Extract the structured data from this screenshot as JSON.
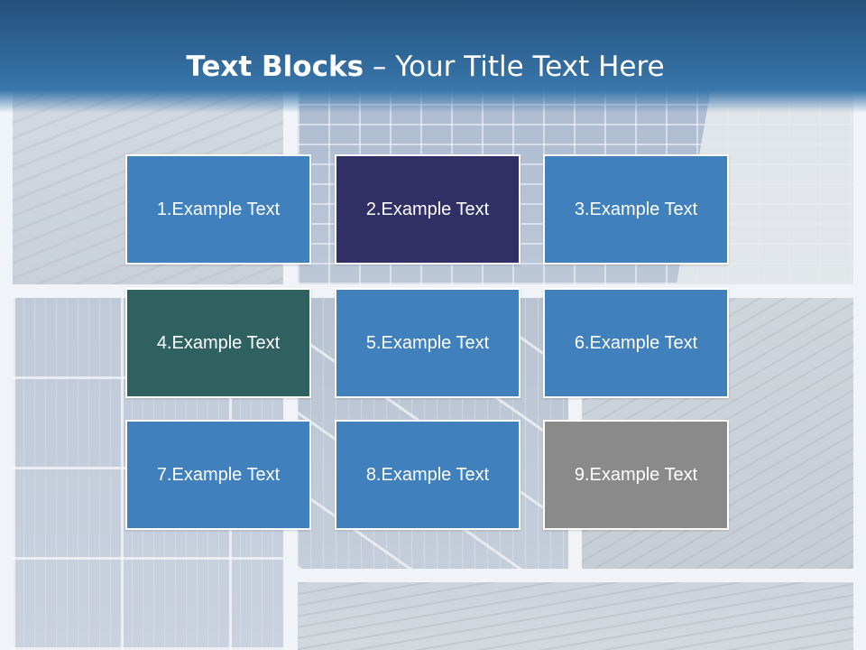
{
  "title": {
    "bold": "Text Blocks",
    "rest": " – Your Title Text Here"
  },
  "colors": {
    "header": "#2e6596",
    "block_default": "#3f80bd",
    "block_2": "#322f66",
    "block_4": "#2f6160",
    "block_9": "#8a8a8a"
  },
  "blocks": [
    {
      "label": "1.Example Text",
      "color": "#3f80bd"
    },
    {
      "label": "2.Example Text",
      "color": "#322f66"
    },
    {
      "label": "3.Example Text",
      "color": "#3f80bd"
    },
    {
      "label": "4.Example Text",
      "color": "#2f6160"
    },
    {
      "label": "5.Example Text",
      "color": "#3f80bd"
    },
    {
      "label": "6.Example Text",
      "color": "#3f80bd"
    },
    {
      "label": "7.Example Text",
      "color": "#3f80bd"
    },
    {
      "label": "8.Example Text",
      "color": "#3f80bd"
    },
    {
      "label": "9.Example Text",
      "color": "#8a8a8a"
    }
  ]
}
